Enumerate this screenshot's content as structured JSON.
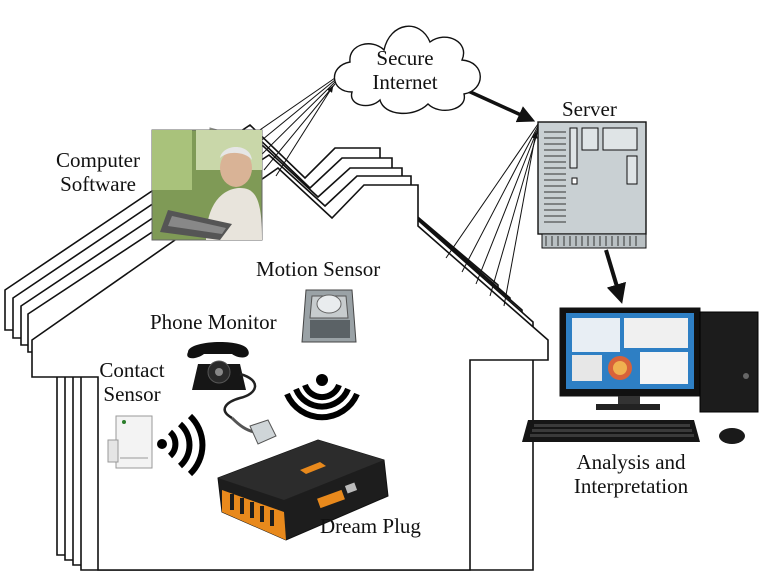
{
  "labels": {
    "secure_internet": [
      "Secure",
      "Internet"
    ],
    "server": "Server",
    "computer_software": [
      "Computer",
      "Software"
    ],
    "motion_sensor": "Motion Sensor",
    "phone_monitor": "Phone Monitor",
    "contact_sensor": [
      "Contact",
      "Sensor"
    ],
    "dream_plug": "Dream Plug",
    "analysis": [
      "Analysis and",
      "Interpretation"
    ]
  },
  "colors": {
    "line": "#111111",
    "server_body": "#c9d0d3",
    "plug_orange": "#e8891c",
    "plug_body": "#222222",
    "monitor_screen": "#2e7fc4",
    "wifi": "#000000"
  },
  "icons": {
    "cloud": "cloud-icon",
    "server": "server-tower-icon",
    "laptop_photo": "elderly-man-laptop-photo",
    "motion_sensor": "motion-sensor-icon",
    "phone": "rotary-phone-icon",
    "contact_sensor": "contact-sensor-icon",
    "dream_plug": "dream-plug-device-icon",
    "desktop": "desktop-computer-icon",
    "wireless": "wireless-signal-icon"
  }
}
